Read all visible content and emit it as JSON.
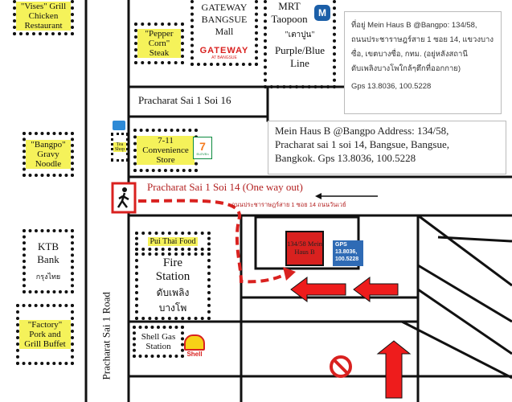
{
  "map": {
    "places": {
      "vises_grill": "\"Vises\" Grill Chicken Restaurant",
      "pepper_corn": "\"Pepper Corn\" Steak",
      "gateway_name": "GATEWAY BANGSUE Mall",
      "gateway_logo": "GATEWAY",
      "gateway_logo_sub": "AT BANGSUE",
      "mrt": "MRT Taopoon",
      "mrt_thai": "\"เตาปูน\"",
      "mrt_line": "Purple/Blue Line",
      "bangpo_noodle": "\"Bangpo\" Gravy Noodle",
      "seven_eleven": "7-11 Convenience Store",
      "seven_logo": "7",
      "seven_logo_sub": "ELEVEn",
      "tea_shop": "Tea Shop",
      "ktb": "KTB Bank",
      "ktb_thai": "กรุงไทย",
      "factory_buffet": "\"Factory\" Pork and Grill Buffet",
      "pui_thai": "Pui Thai Food",
      "fire_station": "Fire Station",
      "fire_station_thai": "ดับเพลิงบางโพ",
      "shell_gas": "Shell Gas Station",
      "shell_logo": "Shell",
      "mein_haus": "134/58 Mein Haus B"
    },
    "roads": {
      "soi16": "Pracharat Sai 1 Soi 16",
      "soi14": "Pracharat Sai 1 Soi 14 (One way out)",
      "soi14_thai": "ถนนประชาราษฎร์สาย 1 ซอย 14 ถนนวันเวย์",
      "main_road": "Pracharat Sai 1 Road"
    },
    "info_thai": [
      "ที่อยู่ Mein Haus B @Bangpo: 134/58,",
      "ถนนประชาราษฎร์สาย 1 ซอย 14, แขวงบาง",
      "ซื่อ, เขตบางซื่อ, กทม. (อยู่หลังสถานี",
      "ดับเพลิงบางโพใกล้ๆตึกที่ออกกาย)",
      "Gps 13.8036, 100.5228"
    ],
    "info_main": [
      "Mein Haus B @Bangpo Address: 134/58,",
      "Pracharat sai 1 soi 14, Bangsue, Bangsue,",
      "Bangkok.  Gps 13.8036, 100.5228"
    ],
    "gps_badge": [
      "GPS",
      "13.8036,",
      "100.5228"
    ],
    "colors": {
      "highlight": "#f5f25a",
      "route": "#d9211f",
      "arrow": "#ee1c1c",
      "gps_badge": "#2f6bb5",
      "mein_haus_fill": "#d9211f",
      "seven_green": "#0b8a3e",
      "seven_orange": "#f57b20",
      "mrt_blue": "#1b5fa8",
      "shell_yellow": "#f7d117",
      "shell_red": "#d9211f"
    },
    "icons": [
      "pedestrian-icon",
      "mrt-logo-icon",
      "seven-eleven-logo-icon",
      "tea-cup-icon",
      "shell-logo-icon",
      "no-entry-icon",
      "one-way-arrow-icon"
    ]
  }
}
